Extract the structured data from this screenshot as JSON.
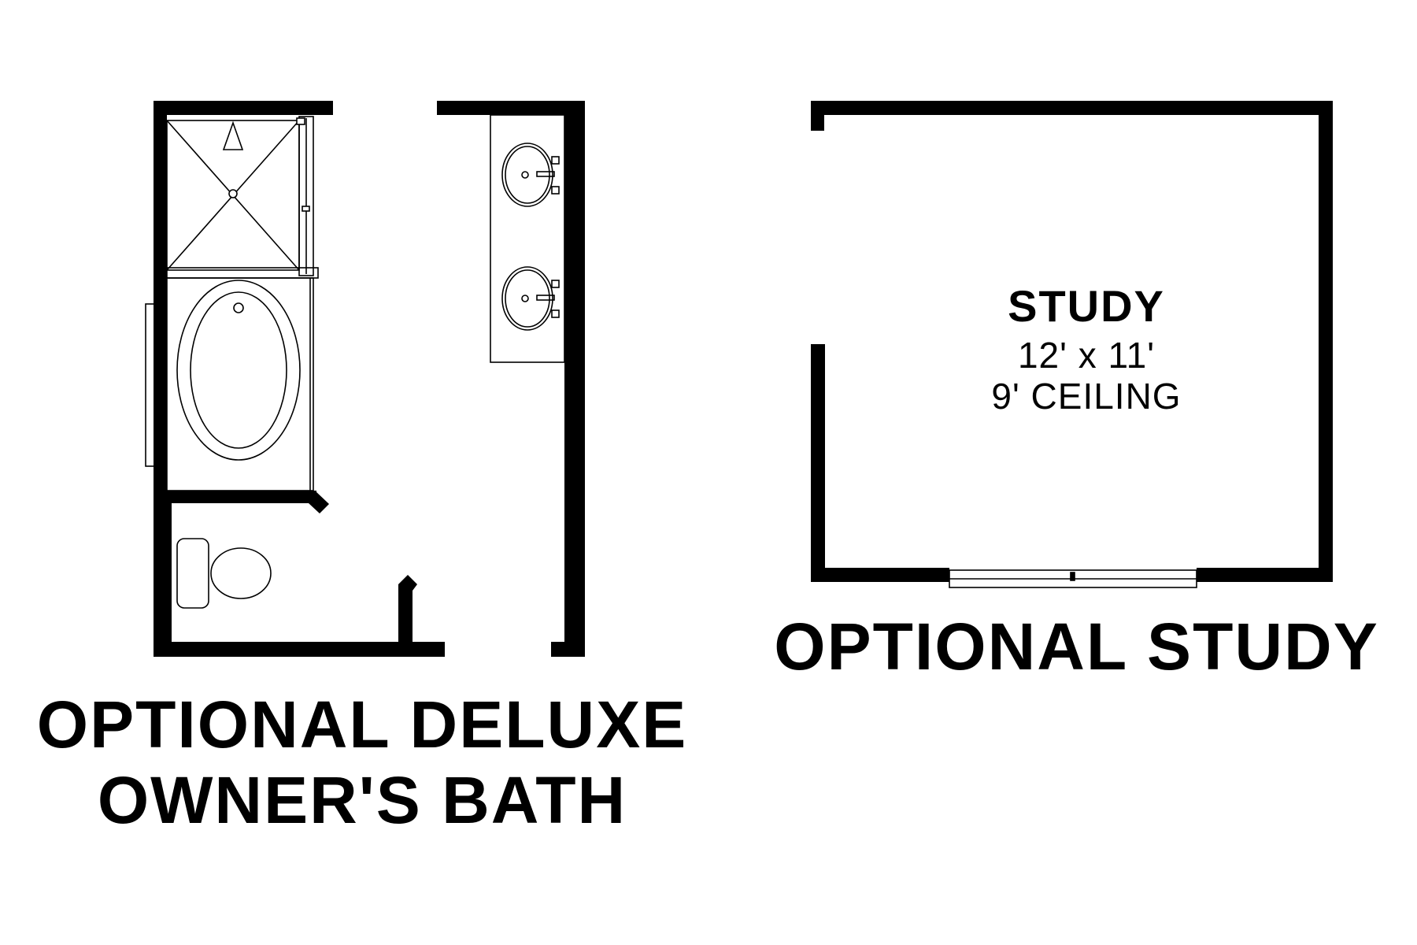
{
  "bath": {
    "title_line1": "OPTIONAL DELUXE",
    "title_line2": "OWNER'S BATH"
  },
  "study": {
    "caption": "OPTIONAL STUDY",
    "room_name": "STUDY",
    "dimensions": "12' x 11'",
    "ceiling": "9' CEILING"
  },
  "colors": {
    "wall": "#000000",
    "fixture": "#000000",
    "background": "#ffffff"
  }
}
